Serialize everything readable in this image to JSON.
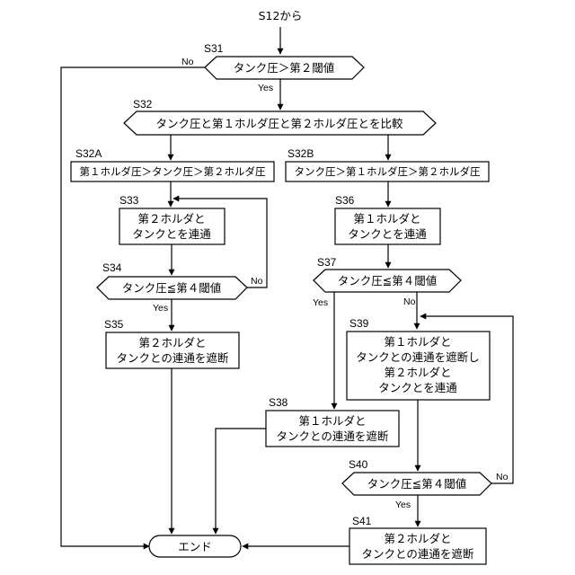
{
  "start_label": "S12から",
  "steps": {
    "s31": {
      "id": "S31",
      "text": "タンク圧＞第２閾値"
    },
    "s32": {
      "id": "S32",
      "text": "タンク圧と第１ホルダ圧と第２ホルダ圧とを比較"
    },
    "s32a": {
      "id": "S32A",
      "text": "第１ホルダ圧＞タンク圧＞第２ホルダ圧"
    },
    "s32b": {
      "id": "S32B",
      "text": "タンク圧＞第１ホルダ圧＞第２ホルダ圧"
    },
    "s33": {
      "id": "S33",
      "lines": [
        "第２ホルダと",
        "タンクとを連通"
      ]
    },
    "s34": {
      "id": "S34",
      "text": "タンク圧≦第４閾値"
    },
    "s35": {
      "id": "S35",
      "lines": [
        "第２ホルダと",
        "タンクとの連通を遮断"
      ]
    },
    "s36": {
      "id": "S36",
      "lines": [
        "第１ホルダと",
        "タンクとを連通"
      ]
    },
    "s37": {
      "id": "S37",
      "text": "タンク圧≦第４閾値"
    },
    "s38": {
      "id": "S38",
      "lines": [
        "第１ホルダと",
        "タンクとの連通を遮断"
      ]
    },
    "s39": {
      "id": "S39",
      "lines": [
        "第１ホルダと",
        "タンクとの連通を遮断し",
        "第２ホルダと",
        "タンクとを連通"
      ]
    },
    "s40": {
      "id": "S40",
      "text": "タンク圧≦第４閾値"
    },
    "s41": {
      "id": "S41",
      "lines": [
        "第２ホルダと",
        "タンクとの連通を遮断"
      ]
    }
  },
  "end_label": "エンド",
  "branch_labels": {
    "yes": "Yes",
    "no": "No"
  }
}
